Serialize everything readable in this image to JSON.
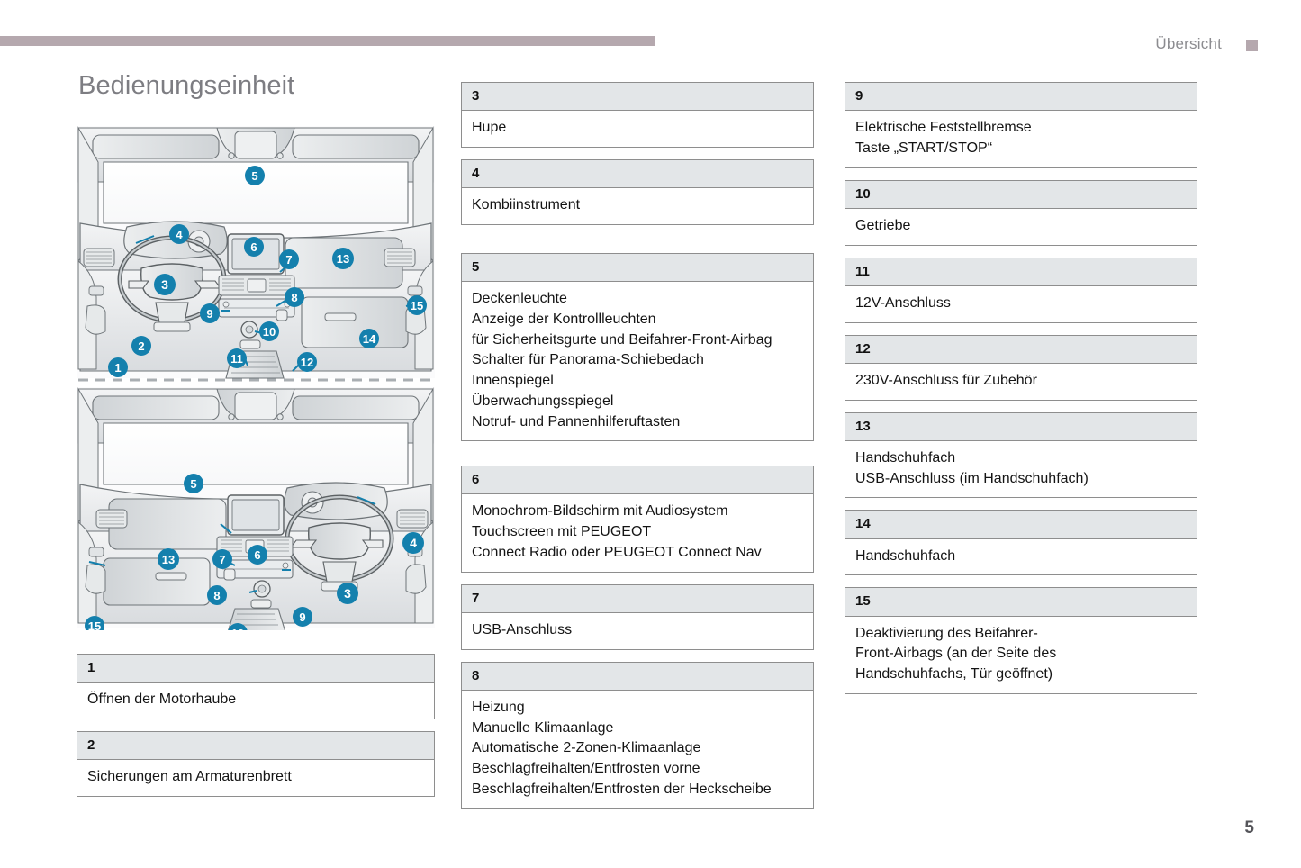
{
  "header": {
    "chapter": "Übersicht",
    "marker_color": "#b5a8ae"
  },
  "page_title": "Bedienungseinheit",
  "page_number": "5",
  "accent_badge_color": "#1480ad",
  "illustration": {
    "top_view_label": "dashboard-left-hand-drive",
    "bottom_view_label": "dashboard-right-hand-drive",
    "callouts": [
      1,
      2,
      3,
      4,
      5,
      6,
      7,
      8,
      9,
      10,
      11,
      12,
      13,
      14,
      15
    ]
  },
  "left_column_tables": [
    {
      "number": "1",
      "lines": [
        "Öffnen der Motorhaube"
      ]
    },
    {
      "number": "2",
      "lines": [
        "Sicherungen am Armaturenbrett"
      ]
    }
  ],
  "middle_column_tables": [
    {
      "number": "3",
      "lines": [
        "Hupe"
      ]
    },
    {
      "number": "4",
      "lines": [
        "Kombiinstrument"
      ]
    },
    {
      "number": "5",
      "lines": [
        "Deckenleuchte",
        "Anzeige der Kontrollleuchten",
        "für Sicherheitsgurte und Beifahrer-Front-Airbag",
        "Schalter für Panorama-Schiebedach",
        "Innenspiegel",
        "Überwachungsspiegel",
        "Notruf- und Pannenhilferuftasten"
      ]
    },
    {
      "number": "6",
      "lines": [
        "Monochrom-Bildschirm mit Audiosystem",
        "Touchscreen mit PEUGEOT",
        "Connect Radio oder PEUGEOT Connect Nav"
      ]
    },
    {
      "number": "7",
      "lines": [
        "USB-Anschluss"
      ]
    },
    {
      "number": "8",
      "lines": [
        "Heizung",
        "Manuelle Klimaanlage",
        "Automatische 2-Zonen-Klimaanlage",
        "Beschlagfreihalten/Entfrosten vorne",
        "Beschlagfreihalten/Entfrosten der Heckscheibe"
      ]
    }
  ],
  "right_column_tables": [
    {
      "number": "9",
      "lines": [
        "Elektrische Feststellbremse",
        "Taste „START/STOP“"
      ]
    },
    {
      "number": "10",
      "lines": [
        "Getriebe"
      ]
    },
    {
      "number": "11",
      "lines": [
        "12V-Anschluss"
      ]
    },
    {
      "number": "12",
      "lines": [
        "230V-Anschluss für Zubehör"
      ]
    },
    {
      "number": "13",
      "lines": [
        "Handschuhfach",
        "USB-Anschluss (im Handschuhfach)"
      ]
    },
    {
      "number": "14",
      "lines": [
        "Handschuhfach"
      ]
    },
    {
      "number": "15",
      "lines": [
        "Deaktivierung des Beifahrer-",
        "Front-Airbags (an der Seite des",
        "Handschuhfachs, Tür geöffnet)"
      ]
    }
  ]
}
